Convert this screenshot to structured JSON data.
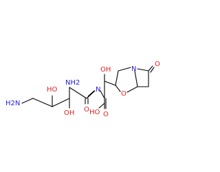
{
  "colors": {
    "background": "#ffffff",
    "bond": "#000000",
    "nitrogen": "#1f1fd6",
    "oxygen": "#e11f1f"
  },
  "atoms": {
    "amino_terminal": "H2N",
    "hydroxy_c4": "HO",
    "hydroxy_c3": "OH",
    "amino_c2": "NH2",
    "carbonyl_oxygen": "O",
    "imine_nitrogen": "N",
    "side_hydroxy": "OH",
    "acid_hydroxy": "HO",
    "acid_oxygen": "O",
    "ring_oxygen": "O",
    "ring_nitrogen": "N",
    "lactam_oxygen": "O"
  }
}
